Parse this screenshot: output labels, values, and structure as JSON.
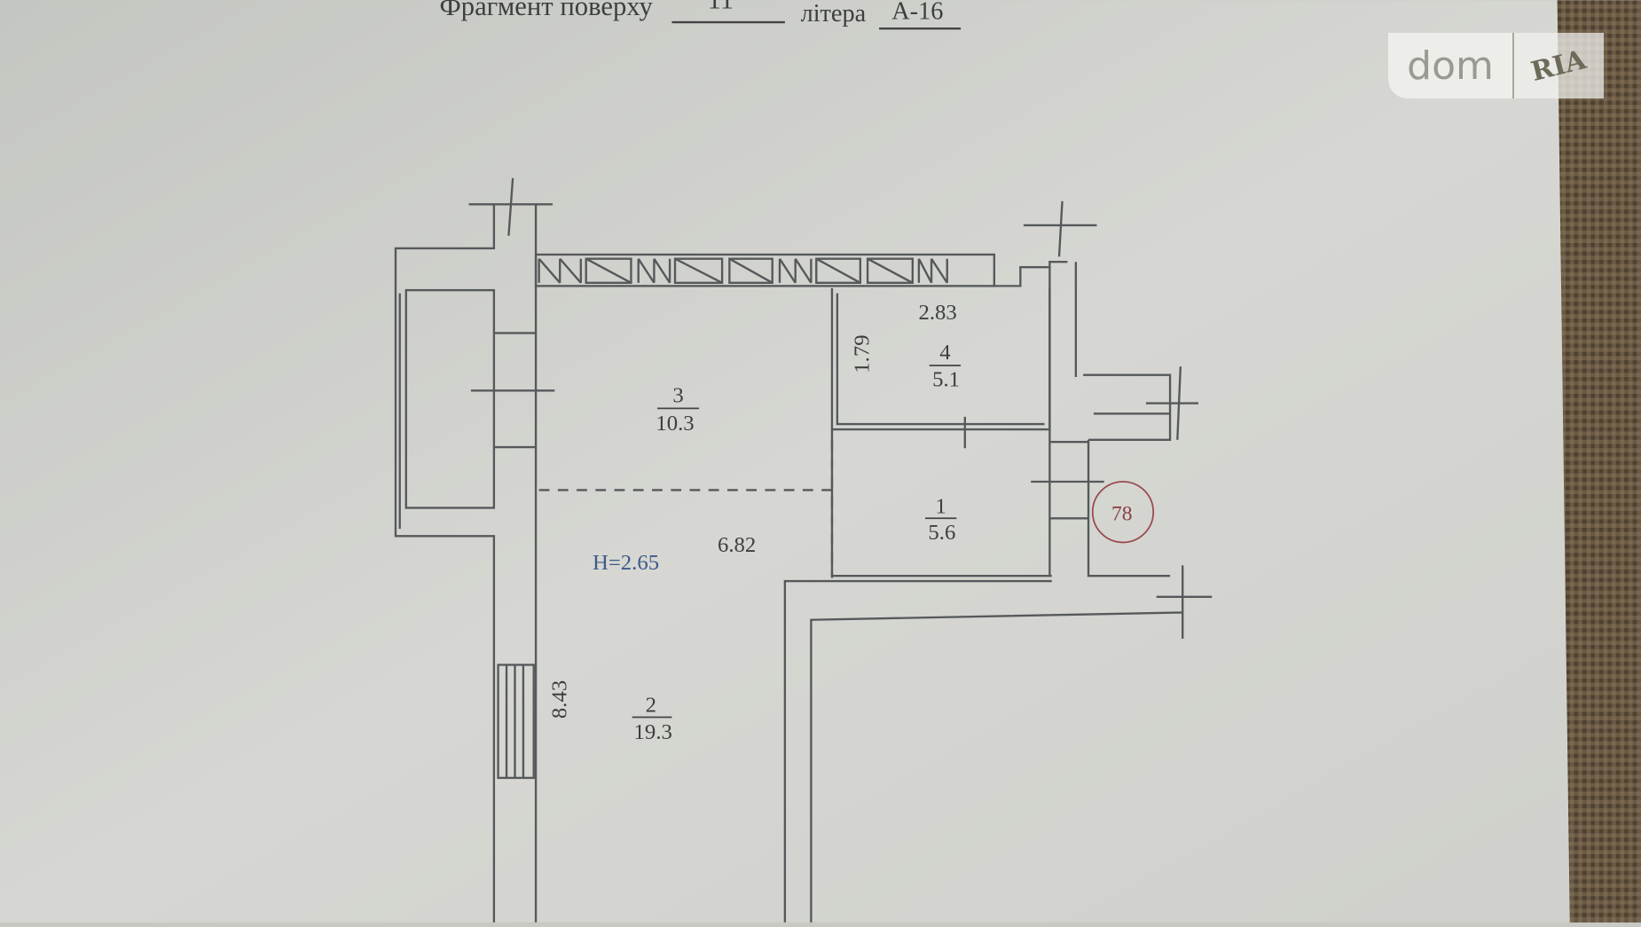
{
  "header": {
    "fragment_label": "Фрагмент поверху",
    "floor_value": "11",
    "letter_label": "літера",
    "letter_value": "А-16"
  },
  "rooms": [
    {
      "number": "3",
      "area": "10.3"
    },
    {
      "number": "4",
      "area": "5.1"
    },
    {
      "number": "1",
      "area": "5.6"
    },
    {
      "number": "2",
      "area": "19.3"
    }
  ],
  "dimensions": {
    "room4_width": "2.83",
    "room4_depth": "1.79",
    "main_width": "6.82",
    "main_length": "8.43",
    "ceiling_height": "H=2.65"
  },
  "apartment_number": "78",
  "watermark": {
    "left": "dom",
    "right": "RIA"
  },
  "colors": {
    "paper": "#cfd0cb",
    "ink": "#55595b",
    "stamp": "#9a4a4f",
    "blue_ink": "#3e5a8a"
  }
}
